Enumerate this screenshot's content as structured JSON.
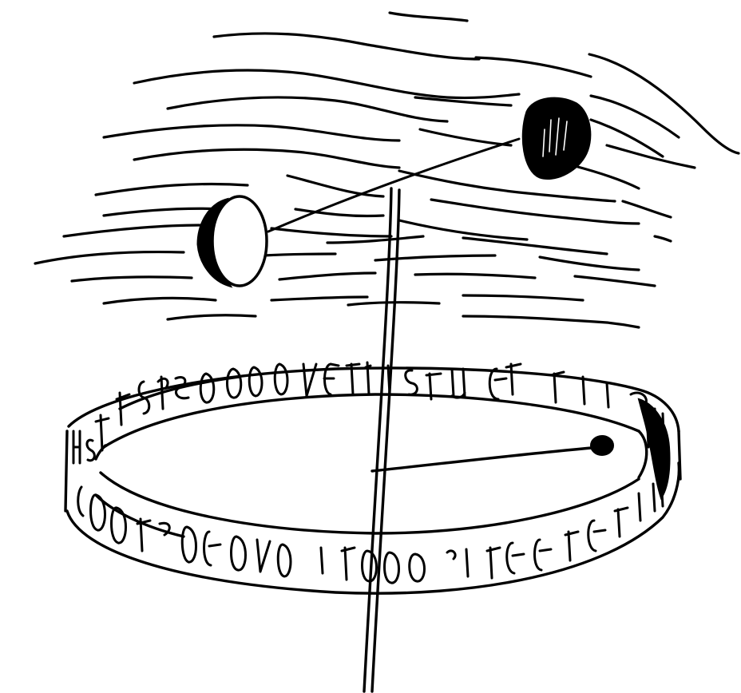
{
  "diagram": {
    "ink_color": "#000000",
    "paper_color": "#ffffff",
    "components": [
      {
        "id": "sky",
        "name": "sky-wavy-lines"
      },
      {
        "id": "earth",
        "name": "earth-body-shaded"
      },
      {
        "id": "moon",
        "name": "moon-crescent"
      },
      {
        "id": "axis",
        "name": "central-vertical-axis"
      },
      {
        "id": "arm",
        "name": "horizontal-arm-to-marker"
      },
      {
        "id": "ring",
        "name": "glyph-ring-band"
      },
      {
        "id": "marker",
        "name": "ring-marker-dot"
      }
    ]
  }
}
